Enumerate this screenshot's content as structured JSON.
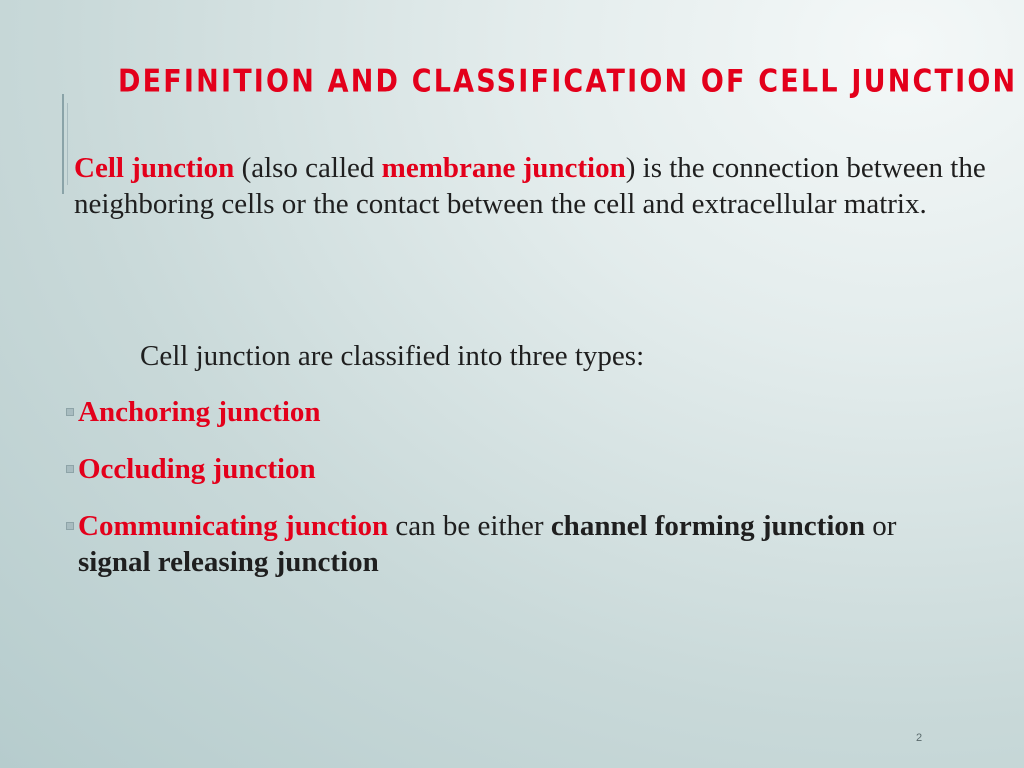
{
  "slide": {
    "title": "DEFINITION AND CLASSIFICATION OF CELL JUNCTION",
    "intro": {
      "term1": "Cell junction",
      "text1": " (also called ",
      "term2": "membrane junction",
      "text2": ")  is the connection between the neighboring cells or the contact between the cell and extracellular matrix."
    },
    "classification_intro": "Cell junction are classified into three types:",
    "types": [
      {
        "label": "Anchoring junction"
      },
      {
        "label": "Occluding junction"
      },
      {
        "label": "Communicating junction",
        "text1": "  can be either  ",
        "term1": "channel forming junction",
        "text2": " or  ",
        "term2": "signal releasing junction"
      }
    ],
    "page_number": "2"
  },
  "colors": {
    "accent_red": "#e3001b",
    "body_text": "#1f1f1f"
  },
  "icons": {
    "bullet": "small-square-bullet-icon"
  }
}
